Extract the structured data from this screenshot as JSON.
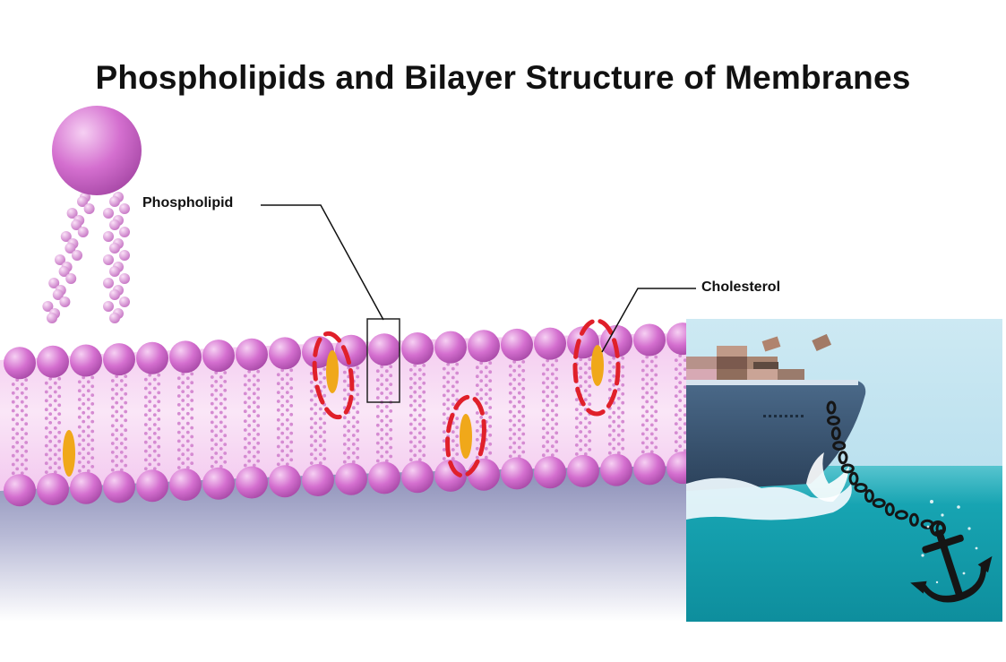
{
  "title": "Phospholipids and Bilayer Structure of Membranes",
  "labels": {
    "phospholipid": "Phospholipid",
    "cholesterol": "Cholesterol"
  },
  "colors": {
    "head": "#d46fcf",
    "head_highlight": "#f3c6f0",
    "tail": "#d98ed6",
    "interior": "#f6d3f2",
    "cholesterol": "#f0a81a",
    "highlight_ring": "#e0202a",
    "base_shadow": "#8e91b8",
    "sky": "#bfe1ef",
    "sea": "#169fae",
    "hull": "#3a5572",
    "anchor": "#151515"
  },
  "icons": {
    "single_molecule": "phospholipid-molecule-icon",
    "analogy": "ship-anchor-illustration"
  },
  "highlighted_cholesterol_count": 3
}
